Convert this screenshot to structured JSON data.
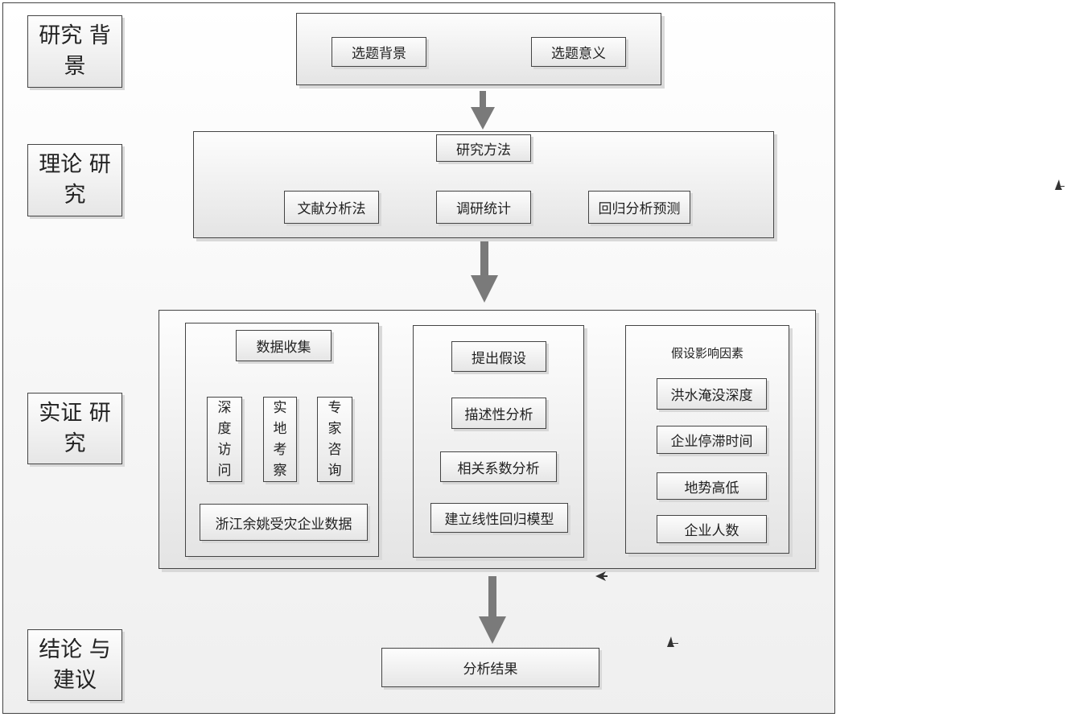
{
  "stages": [
    "研究 背景",
    "理论 研究",
    "实证 研究",
    "结论 与建议"
  ],
  "background": {
    "items": [
      "选题背景",
      "选题意义"
    ]
  },
  "theory": {
    "title": "研究方法",
    "items": [
      "文献分析法",
      "调研统计",
      "回归分析预测"
    ]
  },
  "empirical": {
    "data_collection": {
      "title": "数据收集",
      "methods": [
        "深度访问",
        "实地考察",
        "专家咨询"
      ],
      "source": "浙江余姚受灾企业数据"
    },
    "analysis": {
      "steps": [
        "提出假设",
        "描述性分析",
        "相关系数分析",
        "建立线性回归模型"
      ]
    },
    "factors": {
      "title": "假设影响因素",
      "items": [
        "洪水淹没深度",
        "企业停滞时间",
        "地势高低",
        "企业人数"
      ]
    }
  },
  "conclusion": {
    "result": "分析结果"
  },
  "colors": {
    "arrow": "#7a7a7a",
    "border": "#444444"
  }
}
